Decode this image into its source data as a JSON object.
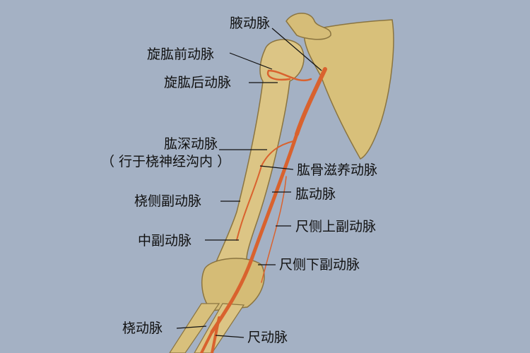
{
  "labels": {
    "axillary": "腋动脉",
    "anterior_circumflex_humeral": "旋肱前动脉",
    "posterior_circumflex_humeral": "旋肱后动脉",
    "deep_brachial": "肱深动脉",
    "deep_brachial_note": "（ 行于桡神经沟内 ）",
    "humeral_nutrient": "肱骨滋养动脉",
    "brachial": "肱动脉",
    "radial_collateral": "桡侧副动脉",
    "superior_ulnar_collateral": "尺侧上副动脉",
    "middle_collateral": "中副动脉",
    "inferior_ulnar_collateral": "尺侧下副动脉",
    "radial": "桡动脉",
    "ulnar": "尺动脉"
  },
  "colors": {
    "background": "#a4b1c4",
    "bone": "#d9c27f",
    "artery": "#d9622e"
  }
}
